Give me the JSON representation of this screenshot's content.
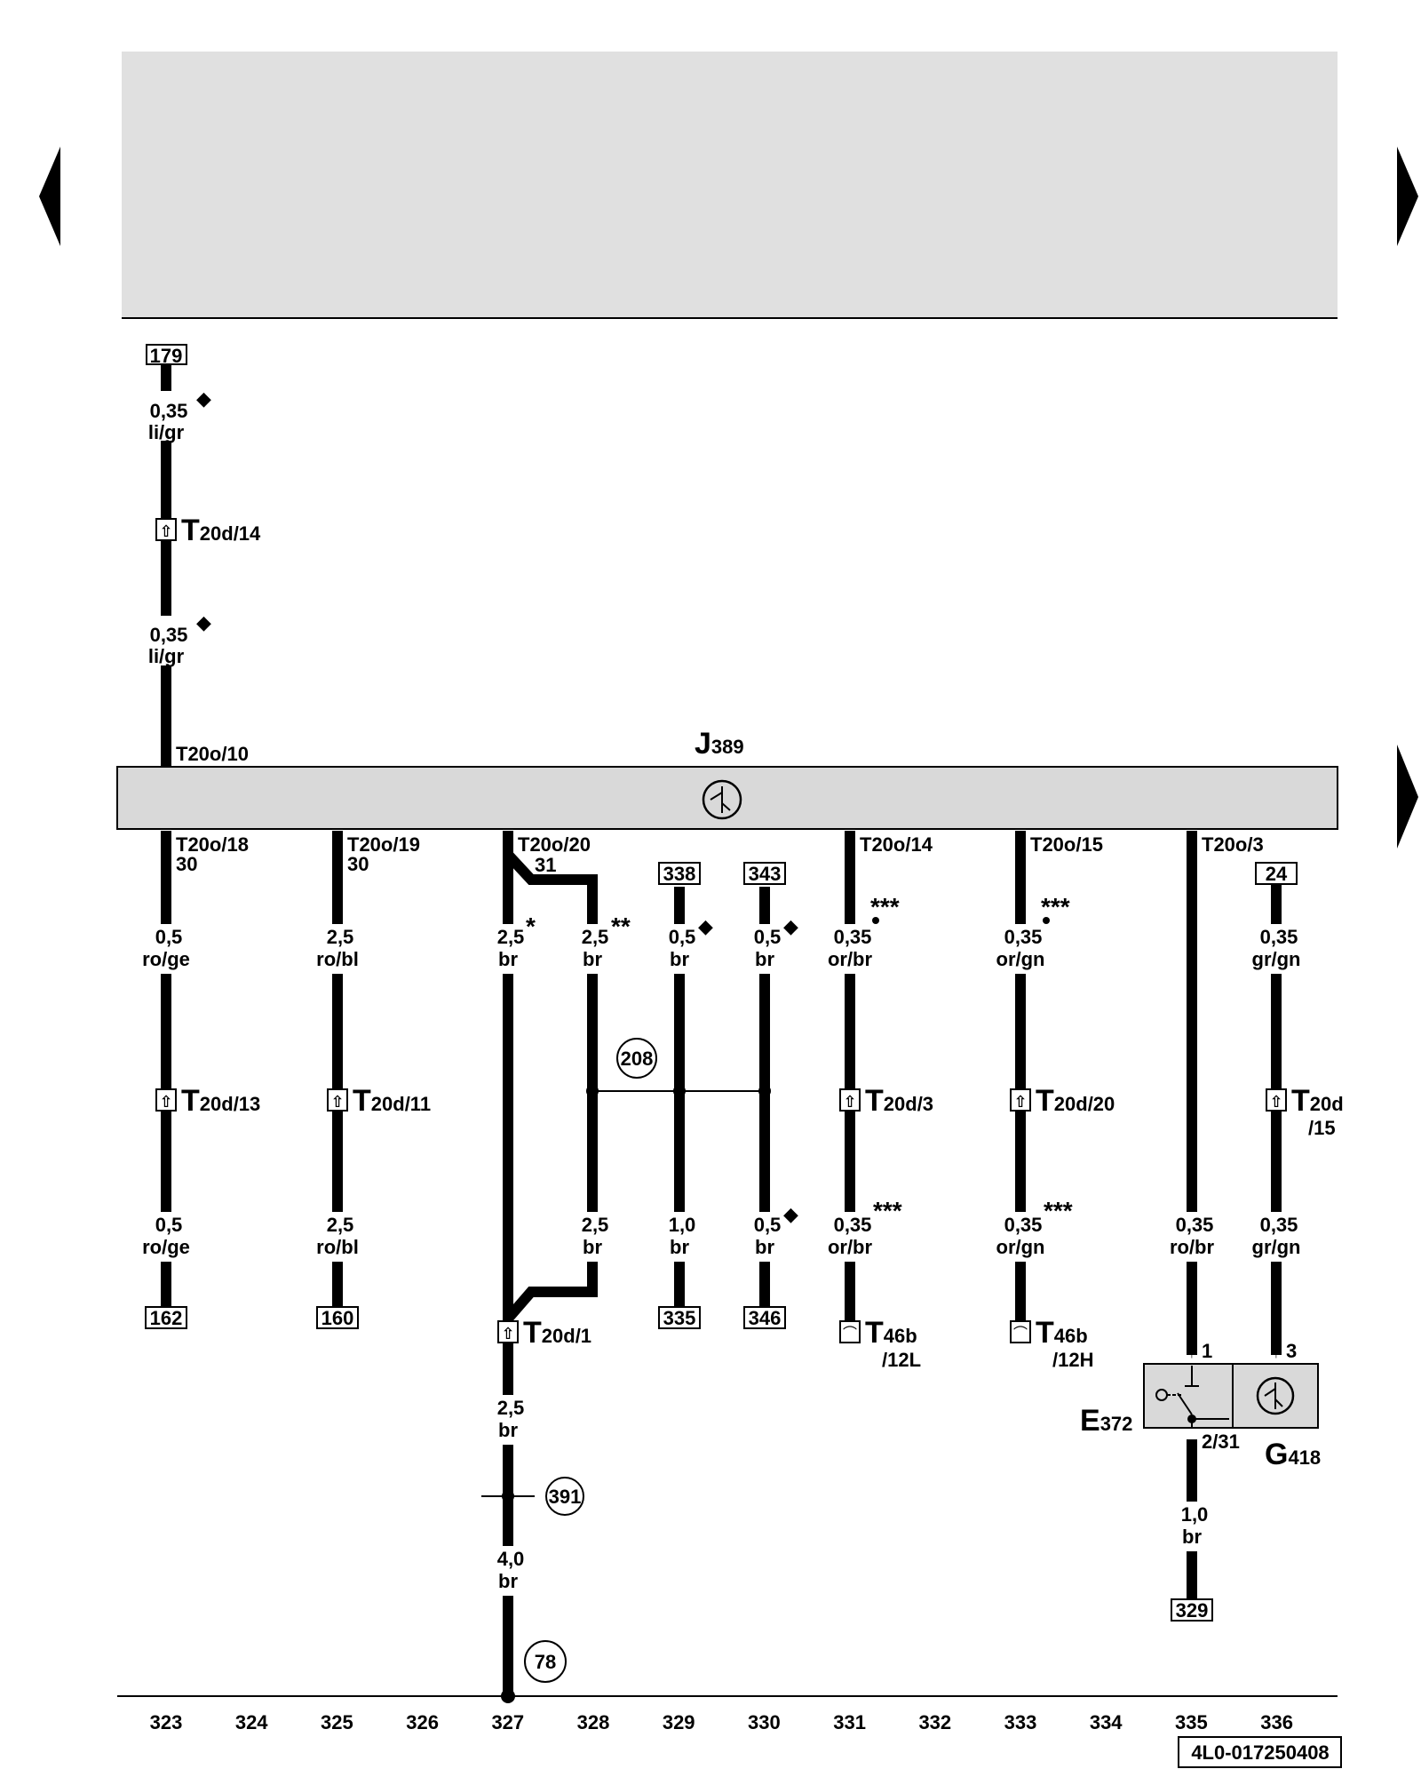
{
  "header_area": {
    "background": "#e0e0e0"
  },
  "nav": {
    "prev_label": "previous page",
    "next_label": "next page"
  },
  "control_unit": {
    "letter": "J",
    "number": "389",
    "fill": "#d9d9d9"
  },
  "top_wire": {
    "ref": "179",
    "w1_size": "0,35",
    "w1_color": "li/gr",
    "conn_letter": "T",
    "conn_sub": "20d/14",
    "w2_size": "0,35",
    "w2_color": "li/gr",
    "pin": "T20o/10"
  },
  "pins": {
    "p1": "T20o/18",
    "p1b": "30",
    "p2": "T20o/19",
    "p2b": "30",
    "p3": "T20o/20",
    "p3b": "31",
    "p4": "T20o/14",
    "p5": "T20o/15",
    "p6": "T20o/3"
  },
  "refs": {
    "r338": "338",
    "r343": "343",
    "r24": "24",
    "r162": "162",
    "r160": "160",
    "r335": "335",
    "r346": "346",
    "r329": "329"
  },
  "wires": {
    "a_s": "0,5",
    "a_c": "ro/ge",
    "a_s2": "0,5",
    "a_c2": "ro/ge",
    "b_s": "2,5",
    "b_c": "ro/bl",
    "b_s2": "2,5",
    "b_c2": "ro/bl",
    "c_s": "2,5",
    "c_c": "br",
    "c_star": "*",
    "d_s": "2,5",
    "d_c": "br",
    "d_star": "**",
    "d_s2": "2,5",
    "d_c2": "br",
    "e_s": "0,5",
    "e_c": "br",
    "e_s2": "1,0",
    "e_c2": "br",
    "f_s": "0,5",
    "f_c": "br",
    "f_s2": "0,5",
    "f_c2": "br",
    "g_s": "0,35",
    "g_c": "or/br",
    "g_star": "***",
    "g_s2": "0,35",
    "g_c2": "or/br",
    "g_star2": "***",
    "h_s": "0,35",
    "h_c": "or/gn",
    "h_star": "***",
    "h_s2": "0,35",
    "h_c2": "or/gn",
    "h_star2": "***",
    "i_s": "0,35",
    "i_c": "ro/br",
    "j_s": "0,35",
    "j_c": "gr/gn",
    "j_s2": "0,35",
    "j_c2": "gr/gn",
    "k_s": "2,5",
    "k_c": "br",
    "k_s2": "4,0",
    "k_c2": "br",
    "l_s": "1,0",
    "l_c": "br"
  },
  "connectors": {
    "c13": {
      "letter": "T",
      "sub": "20d/13"
    },
    "c11": {
      "letter": "T",
      "sub": "20d/11"
    },
    "c3": {
      "letter": "T",
      "sub": "20d/3"
    },
    "c20": {
      "letter": "T",
      "sub": "20d/20"
    },
    "c15": {
      "letter": "T",
      "sub": "20d",
      "sub2": "/15"
    },
    "c1": {
      "letter": "T",
      "sub": "20d/1"
    },
    "c12l": {
      "letter": "T",
      "sub": "46b",
      "sub2": "/12L"
    },
    "c12h": {
      "letter": "T",
      "sub": "46b",
      "sub2": "/12H"
    }
  },
  "nodes": {
    "n208": "208",
    "n391": "391",
    "n78": "78"
  },
  "components": {
    "e_letter": "E",
    "e_num": "372",
    "g_letter": "G",
    "g_num": "418",
    "pin1": "1",
    "pin3": "3",
    "pin231": "2/31",
    "fill": "#d9d9d9"
  },
  "columns": [
    "323",
    "324",
    "325",
    "326",
    "327",
    "328",
    "329",
    "330",
    "331",
    "332",
    "333",
    "334",
    "335",
    "336"
  ],
  "doc_number": "4L0-017250408"
}
